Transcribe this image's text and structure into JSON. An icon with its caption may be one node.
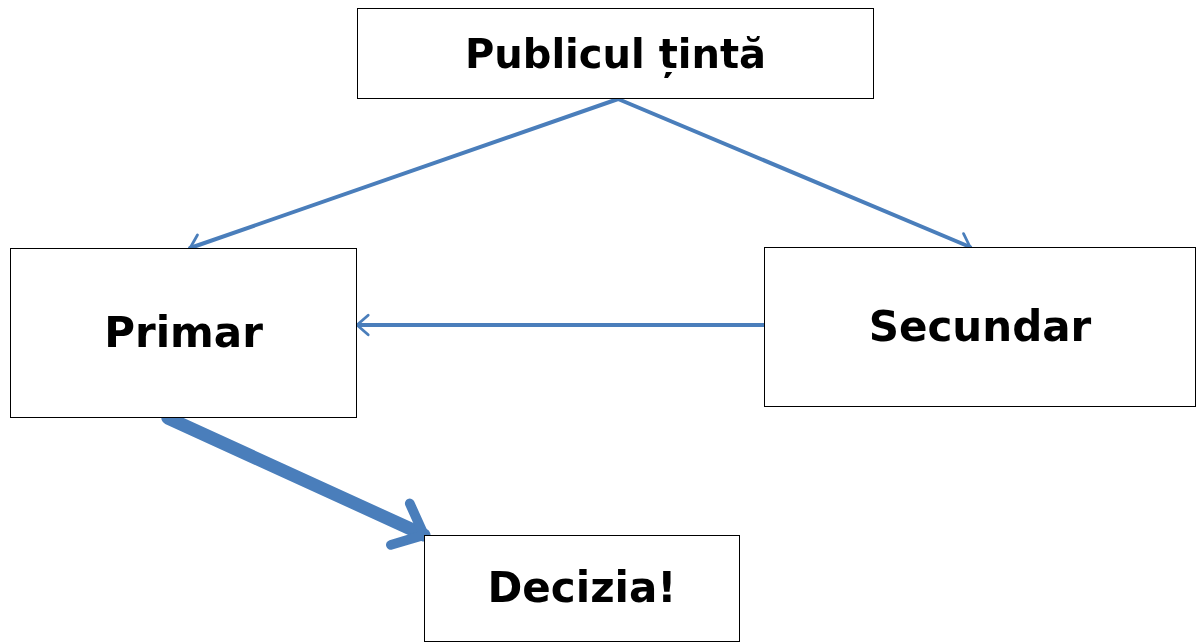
{
  "diagram": {
    "nodes": [
      {
        "text": [
          "Publicul țintă"
        ]
      },
      {
        "text": [
          "Primar"
        ]
      },
      {
        "text": [
          "Secundar"
        ]
      },
      {
        "text": [
          "Decizia!"
        ]
      }
    ],
    "edges": [
      {
        "from": 0,
        "to": 1,
        "arrow": "to"
      },
      {
        "from": 0,
        "to": 2,
        "arrow": "to"
      },
      {
        "from": 2,
        "to": 1,
        "arrow": "to"
      },
      {
        "from": 1,
        "to": 3,
        "arrow": "to",
        "style": "thick"
      }
    ]
  }
}
